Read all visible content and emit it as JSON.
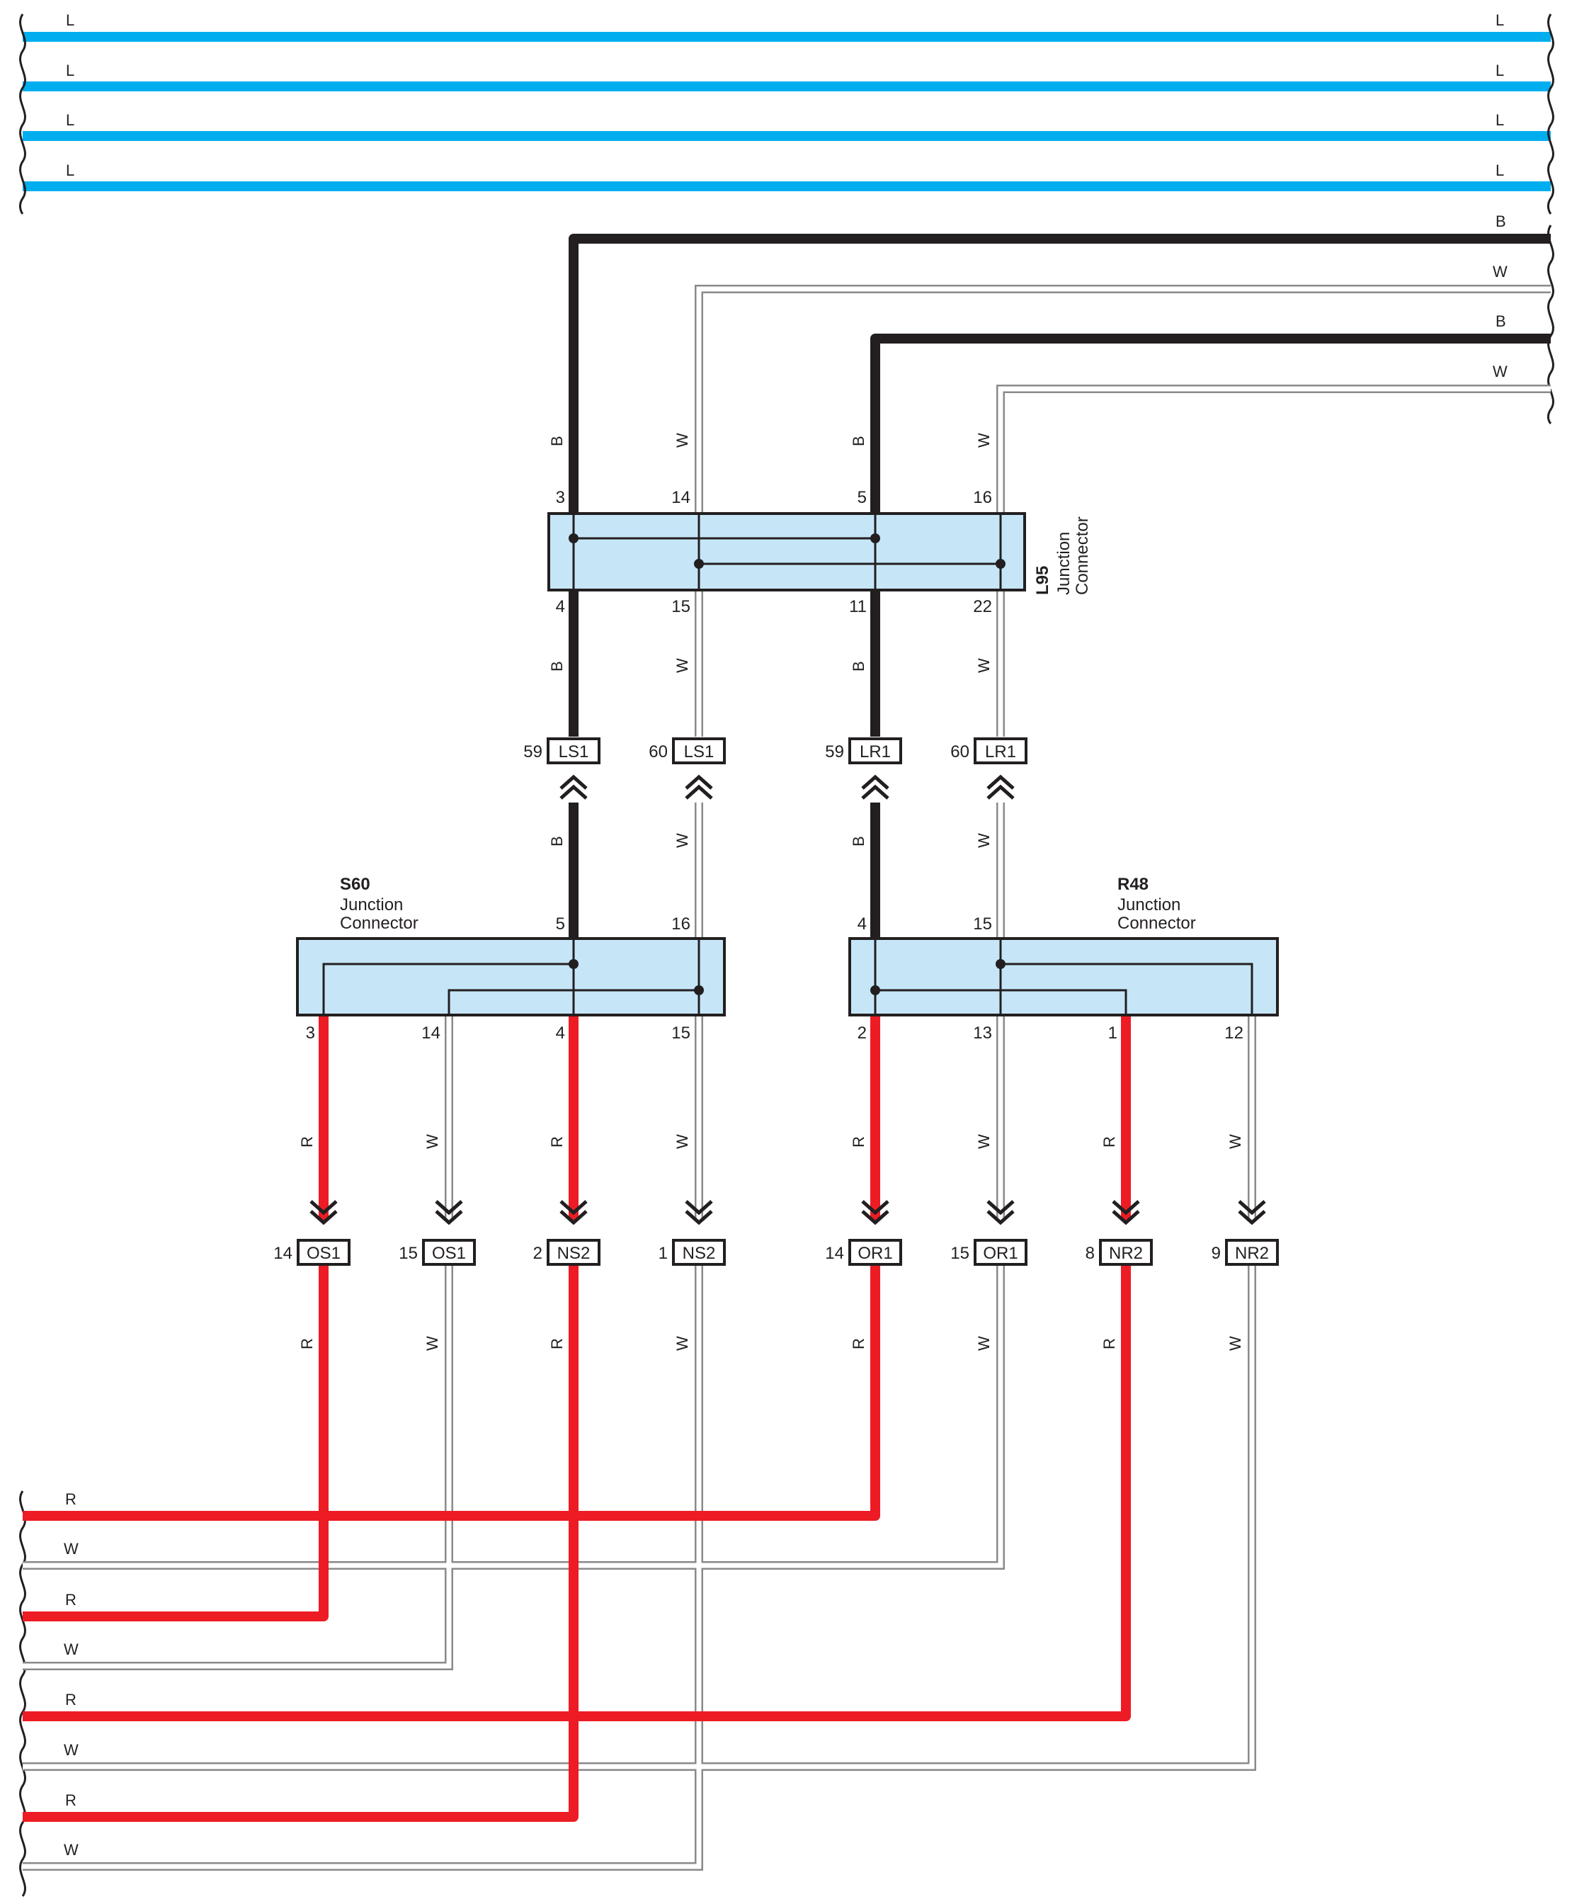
{
  "colors": {
    "L": "#00aeef",
    "B": "#231f20",
    "W_outer": "#8a8a8a",
    "W_inner": "#ffffff",
    "R": "#ed1c24",
    "connector_fill": "#c6e6f8",
    "outline": "#231f20"
  },
  "wire_codes": {
    "L": "L",
    "B": "B",
    "W": "W",
    "R": "R"
  },
  "top_bus": {
    "rows": [
      {
        "left": "L",
        "right": "L"
      },
      {
        "left": "L",
        "right": "L"
      },
      {
        "left": "L",
        "right": "L"
      },
      {
        "left": "L",
        "right": "L"
      }
    ]
  },
  "right_wires": [
    "B",
    "W",
    "B",
    "W"
  ],
  "bottom_bus": [
    "R",
    "W",
    "R",
    "W",
    "R",
    "W",
    "R",
    "W"
  ],
  "L95": {
    "id": "L95",
    "line1": "Junction",
    "line2": "Connector",
    "top_pins": [
      "3",
      "14",
      "5",
      "16"
    ],
    "bottom_pins": [
      "4",
      "15",
      "11",
      "22"
    ]
  },
  "S60": {
    "id": "S60",
    "line1": "Junction",
    "line2": "Connector",
    "top_pins": [
      "5",
      "16"
    ],
    "bottom_pins": [
      "3",
      "14",
      "4",
      "15"
    ]
  },
  "R48": {
    "id": "R48",
    "line1": "Junction",
    "line2": "Connector",
    "top_pins": [
      "4",
      "15"
    ],
    "bottom_pins": [
      "2",
      "13",
      "1",
      "12"
    ]
  },
  "upper_inline": [
    {
      "pin": "59",
      "name": "LS1"
    },
    {
      "pin": "60",
      "name": "LS1"
    },
    {
      "pin": "59",
      "name": "LR1"
    },
    {
      "pin": "60",
      "name": "LR1"
    }
  ],
  "lower_inline": [
    {
      "pin": "14",
      "name": "OS1"
    },
    {
      "pin": "15",
      "name": "OS1"
    },
    {
      "pin": "2",
      "name": "NS2"
    },
    {
      "pin": "1",
      "name": "NS2"
    },
    {
      "pin": "14",
      "name": "OR1"
    },
    {
      "pin": "15",
      "name": "OR1"
    },
    {
      "pin": "8",
      "name": "NR2"
    },
    {
      "pin": "9",
      "name": "NR2"
    }
  ]
}
